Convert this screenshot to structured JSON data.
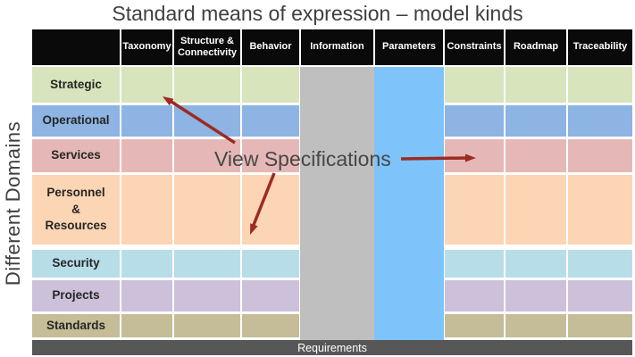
{
  "title": "Standard means of expression – model kinds",
  "side_label": "Different Domains",
  "annotation": {
    "label": "View Specifications"
  },
  "footer": {
    "label": "Requirements",
    "bg": "#575757"
  },
  "colors": {
    "header_bg": "#0a0a0a",
    "header_text": "#ffffff",
    "arrow": "#9c2b23"
  },
  "overlays": {
    "information": {
      "column": "Information",
      "color": "#bfbfbf"
    },
    "parameters": {
      "column": "Parameters",
      "color": "#7ec4fa"
    }
  },
  "grid": {
    "columns": [
      "Taxonomy",
      "Structure & Connectivity",
      "Behavior",
      "Information",
      "Parameters",
      "Constraints",
      "Roadmap",
      "Traceability"
    ],
    "rows": [
      {
        "label": "Strategic",
        "color": "#d7e4bc"
      },
      {
        "label": "Operational",
        "color": "#8db4e2"
      },
      {
        "label": "Services",
        "color": "#e5b8b7"
      },
      {
        "label": "Personnel\n&\nResources",
        "color": "#fcd5b4"
      },
      {
        "label": "Security",
        "color": "#b7dee8"
      },
      {
        "label": "Projects",
        "color": "#ccc0da"
      },
      {
        "label": "Standards",
        "color": "#c4bd97"
      }
    ]
  }
}
